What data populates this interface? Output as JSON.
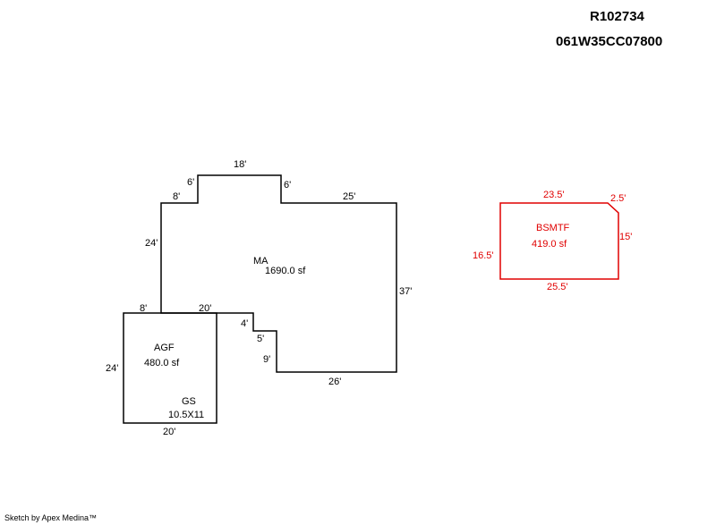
{
  "header": {
    "record_id": "R102734",
    "parcel_code": "061W35CC07800"
  },
  "footer": {
    "credit": "Sketch by Apex Medina™"
  },
  "colors": {
    "main_lines": "#000000",
    "basement_lines": "#e00000"
  },
  "areas": {
    "ma": {
      "name": "MA",
      "area": "1690.0 sf"
    },
    "agf": {
      "name": "AGF",
      "area": "480.0 sf"
    },
    "gs": {
      "name": "GS",
      "size": "10.5X11"
    },
    "bsmtf": {
      "name": "BSMTF",
      "area": "419.0 sf"
    }
  },
  "dimensions": {
    "ma_top": "18'",
    "ma_step_left": "6'",
    "ma_step_right": "6'",
    "ma_upper_left": "8'",
    "ma_upper_right": "25'",
    "ma_left": "24'",
    "ma_right": "37'",
    "ma_bottom": "26'",
    "notch_4": "4'",
    "notch_5": "5'",
    "notch_9": "9'",
    "agf_top_left": "8'",
    "agf_top": "20'",
    "agf_left": "24'",
    "agf_bottom": "20'",
    "bsmt_top": "23.5'",
    "bsmt_corner": "2.5'",
    "bsmt_right": "15'",
    "bsmt_left": "16.5'",
    "bsmt_bottom": "25.5'"
  }
}
